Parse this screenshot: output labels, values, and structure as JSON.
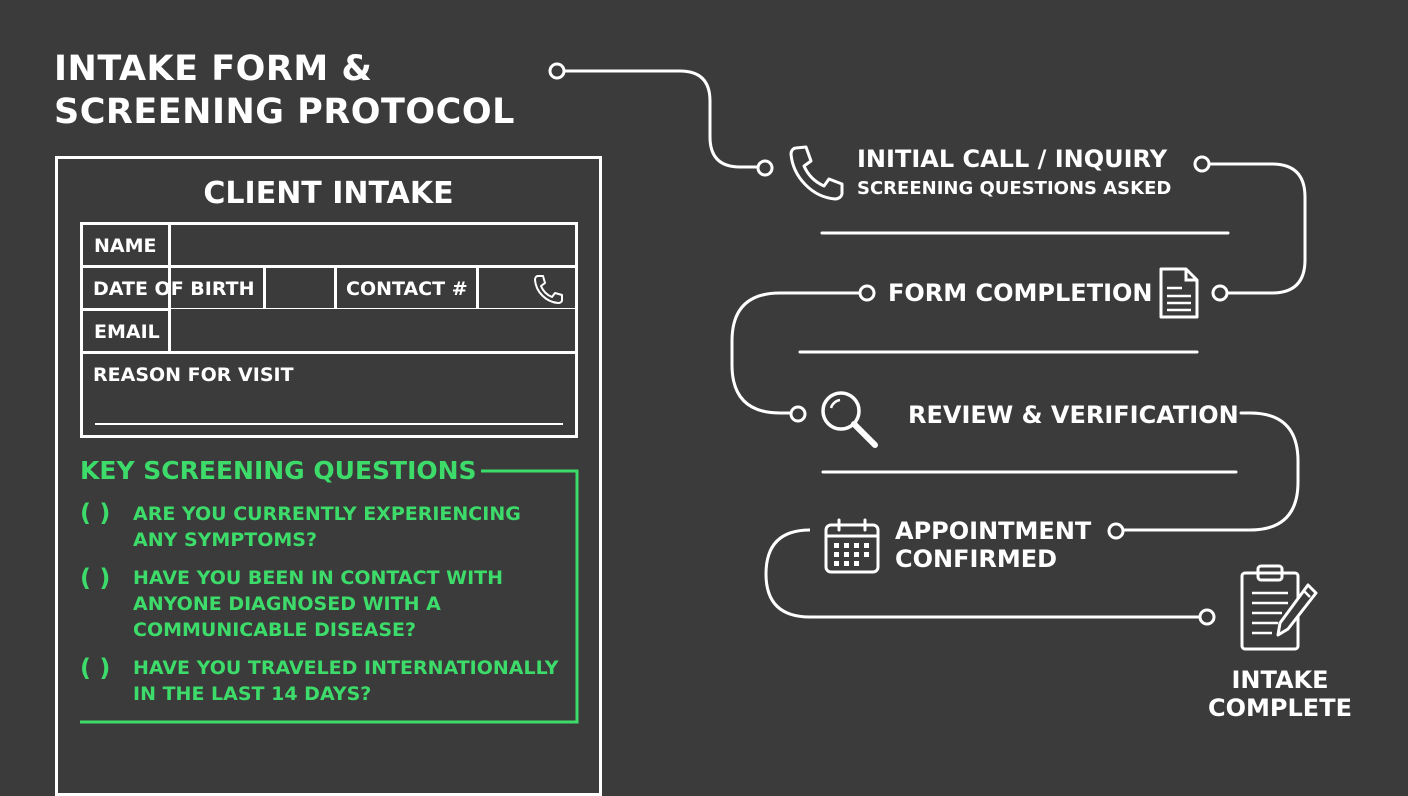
{
  "title_line1": "INTAKE FORM &",
  "title_line2": "SCREENING PROTOCOL",
  "form": {
    "title": "CLIENT INTAKE",
    "name_label": "NAME",
    "dob_label": "DATE OF BIRTH",
    "contact_label": "CONTACT #",
    "email_label": "EMAIL",
    "reason_label": "REASON FOR VISIT",
    "contact_icon": "phone-icon"
  },
  "screening": {
    "heading": "KEY SCREENING QUESTIONS",
    "checkbox_mark": "(   )",
    "questions": [
      {
        "line1": "ARE YOU CURRENTLY EXPERIENCING",
        "line2": "ANY SYMPTOMS?"
      },
      {
        "line1": "HAVE YOU BEEN IN CONTACT WITH",
        "line2": "ANYONE DIAGNOSED WITH A",
        "line3": "COMMUNICABLE DISEASE?"
      },
      {
        "line1": "HAVE YOU TRAVELED INTERNATIONALLY",
        "line2": "IN THE LAST 14 DAYS?"
      }
    ],
    "accent_color": "#3ddc6a"
  },
  "flow": {
    "steps": [
      {
        "label": "INITIAL CALL / INQUIRY",
        "sublabel": "SCREENING QUESTIONS ASKED",
        "icon": "phone-icon"
      },
      {
        "label": "FORM COMPLETION",
        "icon": "document-icon"
      },
      {
        "label": "REVIEW & VERIFICATION",
        "icon": "magnifier-icon"
      },
      {
        "label_line1": "APPOINTMENT",
        "label_line2": "CONFIRMED",
        "icon": "calendar-icon"
      },
      {
        "label_line1": "INTAKE",
        "label_line2": "COMPLETE",
        "icon": "clipboard-pen-icon"
      }
    ]
  },
  "colors": {
    "background": "#3b3b3b",
    "foreground": "#ffffff",
    "accent": "#3ddc6a"
  }
}
